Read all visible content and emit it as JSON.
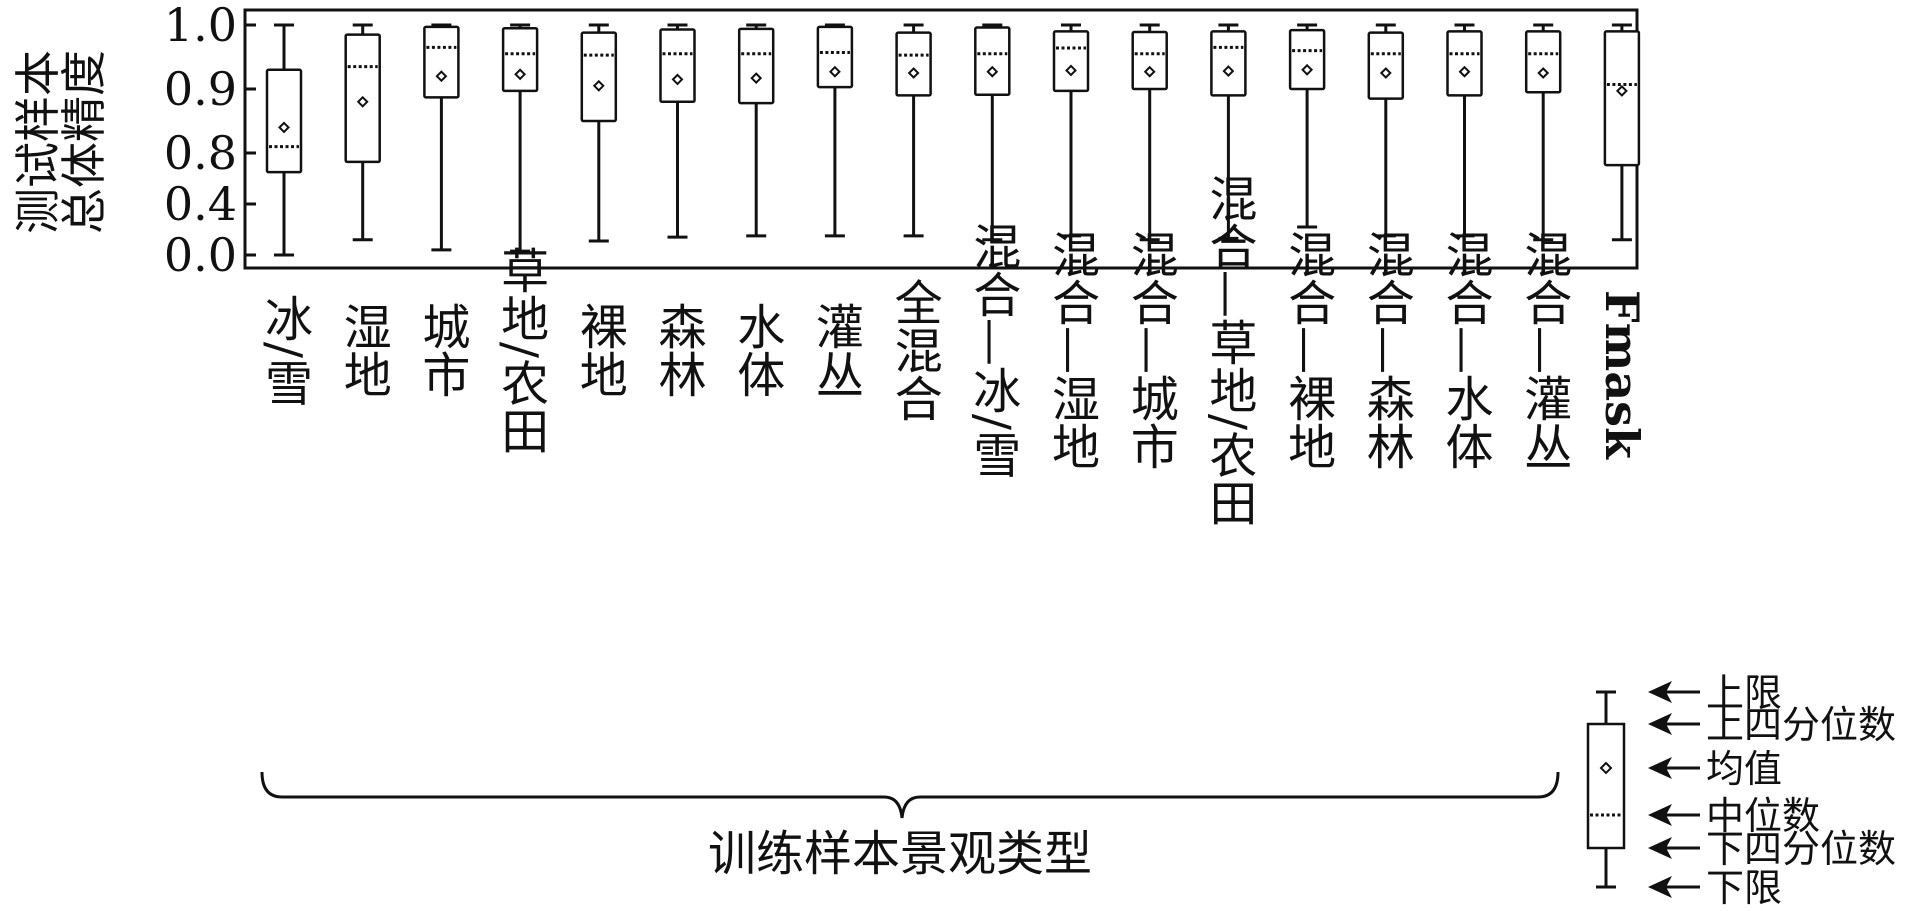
{
  "chart_data": {
    "type": "box",
    "ylabel_lines": [
      "测试样本",
      "总体精度"
    ],
    "xlabel": "训练样本景观类型",
    "y_ticks": [
      "1.0",
      "0.9",
      "0.8",
      "0.4",
      "0.0"
    ],
    "y_scale": "broken (0.0–0.8 compressed)",
    "grid": false,
    "categories": [
      "冰/雪",
      "湿地",
      "城市",
      "草地/农田",
      "裸地",
      "森林",
      "水体",
      "灌丛",
      "全混合",
      "混合—冰/雪",
      "混合—湿地",
      "混合—城市",
      "混合—草地/农田",
      "混合—裸地",
      "混合—森林",
      "混合—水体",
      "混合—灌丛",
      "Fmask"
    ],
    "series": [
      {
        "label": "冰/雪",
        "min": 0.0,
        "q1": 0.65,
        "median": 0.81,
        "mean": 0.84,
        "q3": 0.93,
        "max": 1.0
      },
      {
        "label": "湿地",
        "min": 0.12,
        "q1": 0.73,
        "median": 0.935,
        "mean": 0.88,
        "q3": 0.985,
        "max": 1.0
      },
      {
        "label": "城市",
        "min": 0.04,
        "q1": 0.887,
        "median": 0.965,
        "mean": 0.92,
        "q3": 0.997,
        "max": 1.0
      },
      {
        "label": "草地/农田",
        "min": 0.03,
        "q1": 0.897,
        "median": 0.955,
        "mean": 0.923,
        "q3": 0.995,
        "max": 1.0
      },
      {
        "label": "裸地",
        "min": 0.11,
        "q1": 0.85,
        "median": 0.953,
        "mean": 0.905,
        "q3": 0.988,
        "max": 1.0
      },
      {
        "label": "森林",
        "min": 0.14,
        "q1": 0.88,
        "median": 0.955,
        "mean": 0.915,
        "q3": 0.993,
        "max": 1.0
      },
      {
        "label": "水体",
        "min": 0.15,
        "q1": 0.878,
        "median": 0.955,
        "mean": 0.917,
        "q3": 0.994,
        "max": 1.0
      },
      {
        "label": "灌丛",
        "min": 0.15,
        "q1": 0.903,
        "median": 0.957,
        "mean": 0.927,
        "q3": 0.997,
        "max": 1.0
      },
      {
        "label": "全混合",
        "min": 0.15,
        "q1": 0.89,
        "median": 0.953,
        "mean": 0.925,
        "q3": 0.988,
        "max": 1.0
      },
      {
        "label": "混合—冰/雪",
        "min": 0.12,
        "q1": 0.891,
        "median": 0.955,
        "mean": 0.927,
        "q3": 0.996,
        "max": 1.0
      },
      {
        "label": "混合—湿地",
        "min": 0.15,
        "q1": 0.897,
        "median": 0.964,
        "mean": 0.929,
        "q3": 0.99,
        "max": 1.0
      },
      {
        "label": "混合—城市",
        "min": 0.12,
        "q1": 0.9,
        "median": 0.955,
        "mean": 0.927,
        "q3": 0.989,
        "max": 1.0
      },
      {
        "label": "混合—草地/农田",
        "min": 0.13,
        "q1": 0.89,
        "median": 0.965,
        "mean": 0.928,
        "q3": 0.99,
        "max": 1.0
      },
      {
        "label": "混合—裸地",
        "min": 0.22,
        "q1": 0.9,
        "median": 0.96,
        "mean": 0.93,
        "q3": 0.992,
        "max": 1.0
      },
      {
        "label": "混合—森林",
        "min": 0.15,
        "q1": 0.885,
        "median": 0.955,
        "mean": 0.925,
        "q3": 0.988,
        "max": 1.0
      },
      {
        "label": "混合—水体",
        "min": 0.15,
        "q1": 0.89,
        "median": 0.955,
        "mean": 0.927,
        "q3": 0.99,
        "max": 1.0
      },
      {
        "label": "混合—灌丛",
        "min": 0.12,
        "q1": 0.895,
        "median": 0.955,
        "mean": 0.925,
        "q3": 0.99,
        "max": 1.0
      },
      {
        "label": "Fmask",
        "min": 0.12,
        "q1": 0.705,
        "median": 0.907,
        "mean": 0.897,
        "q3": 0.99,
        "max": 1.0
      }
    ]
  },
  "legend": {
    "items": [
      "上限",
      "上四分位数",
      "均值",
      "中位数",
      "下四分位数",
      "下限"
    ]
  }
}
